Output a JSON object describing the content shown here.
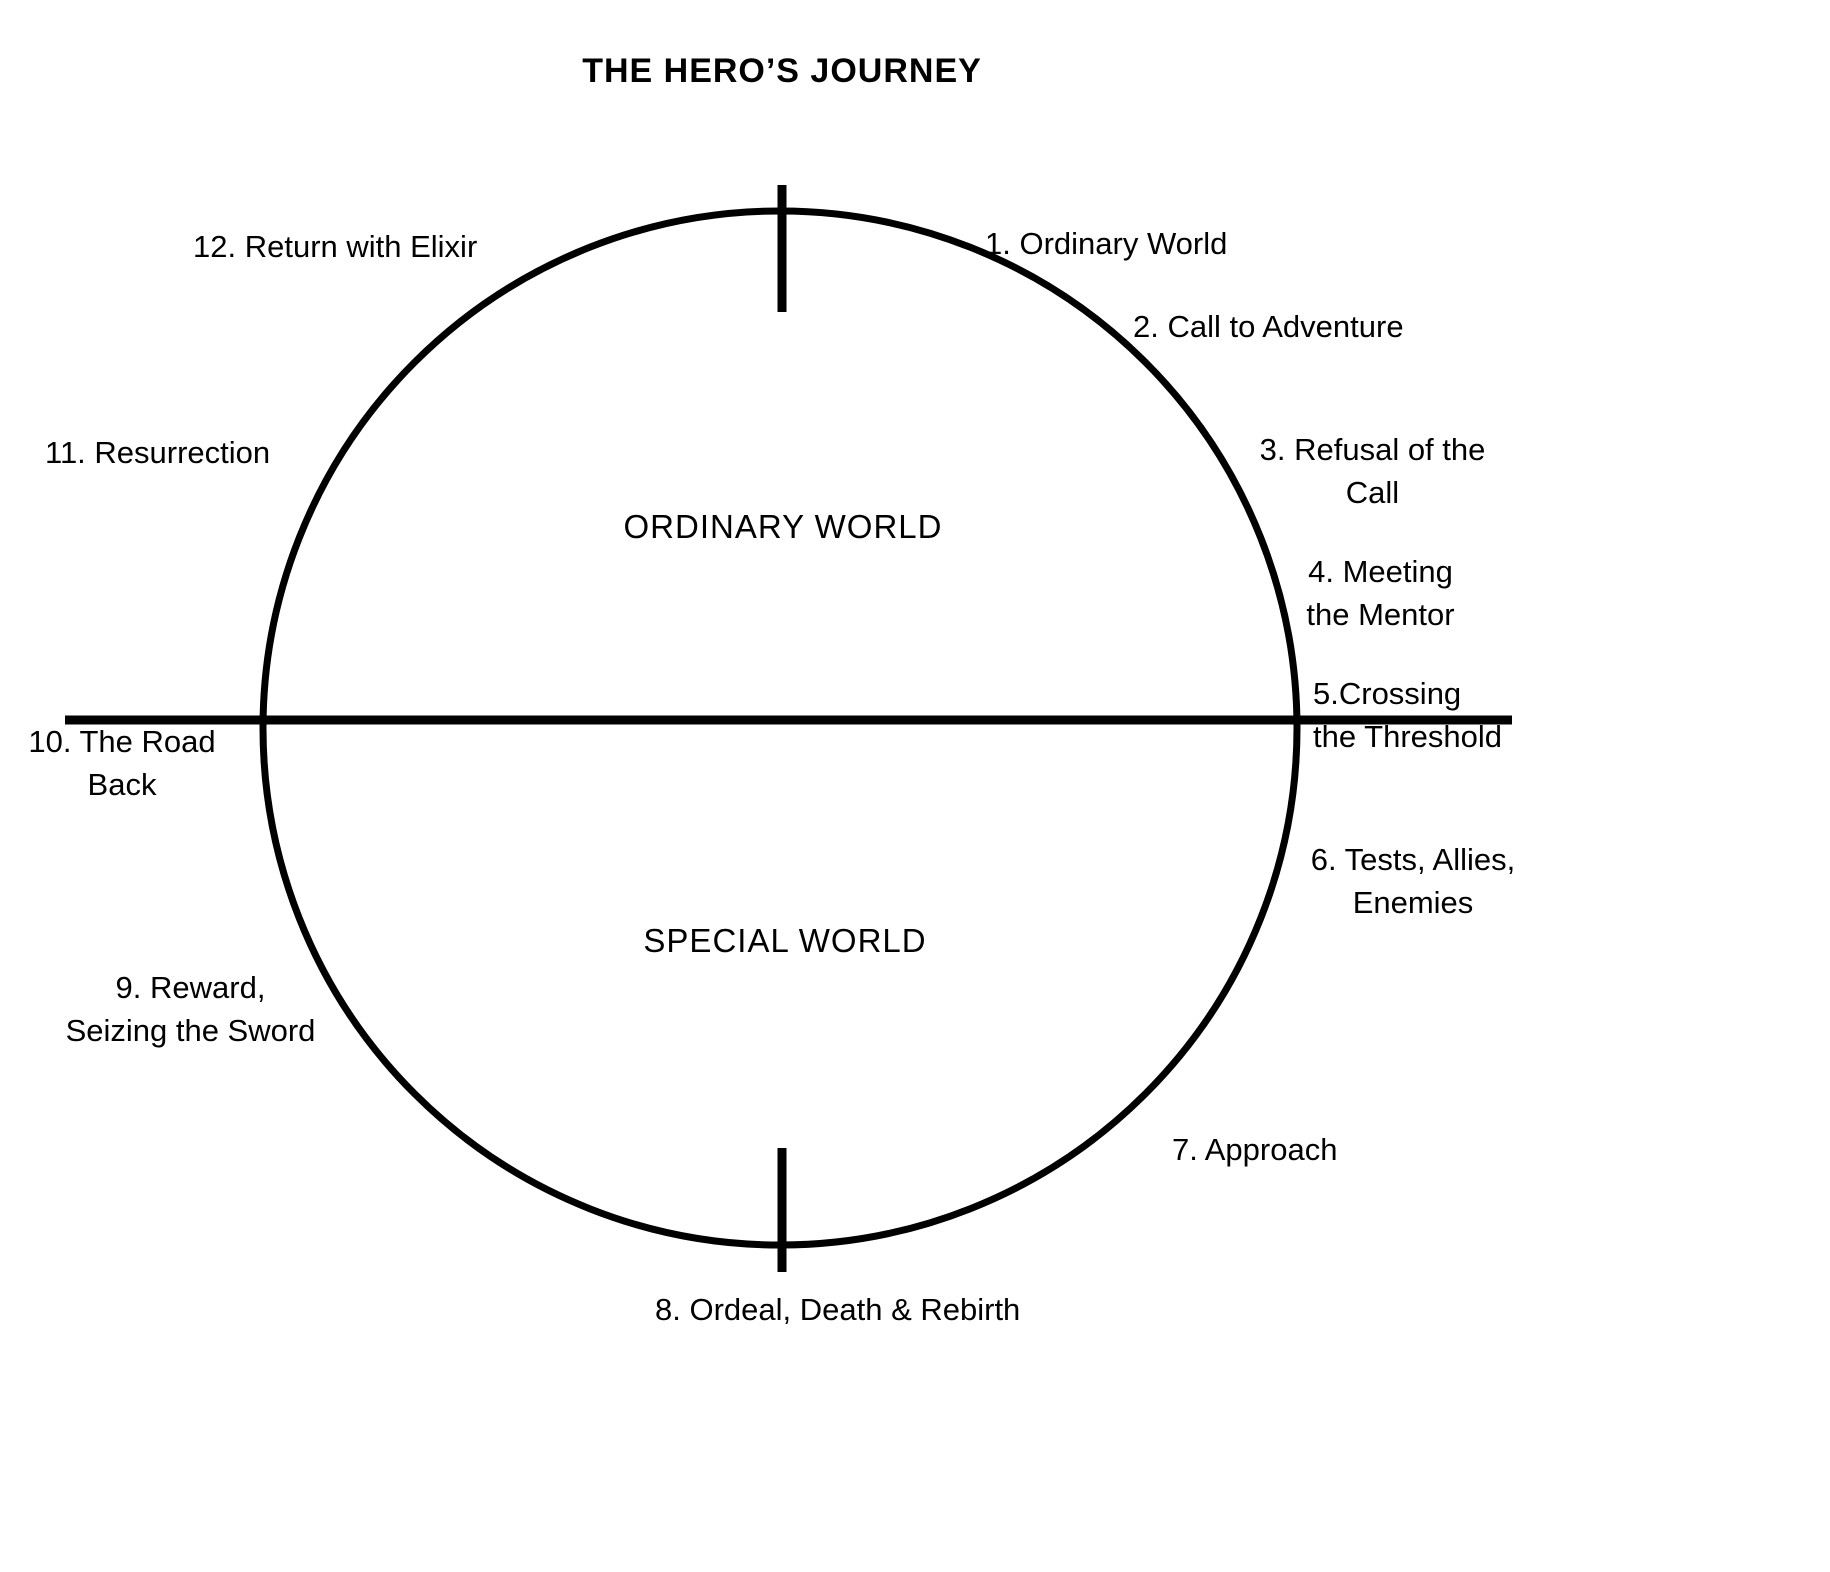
{
  "title": "THE HERO’S JOURNEY",
  "inner_labels": {
    "top_half": "ORDINARY WORLD",
    "bottom_half": "SPECIAL WORLD"
  },
  "stages": [
    {
      "num": 1,
      "label": "1.  Ordinary World"
    },
    {
      "num": 2,
      "label": "2. Call to Adventure"
    },
    {
      "num": 3,
      "label": "3. Refusal of the\nCall"
    },
    {
      "num": 4,
      "label": "4. Meeting\nthe Mentor"
    },
    {
      "num": 5,
      "label": "5.Crossing\nthe Threshold"
    },
    {
      "num": 6,
      "label": "6. Tests, Allies,\nEnemies"
    },
    {
      "num": 7,
      "label": "7. Approach"
    },
    {
      "num": 8,
      "label": "8. Ordeal, Death & Rebirth"
    },
    {
      "num": 9,
      "label": "9. Reward,\nSeizing the Sword"
    },
    {
      "num": 10,
      "label": "10. The Road\nBack"
    },
    {
      "num": 11,
      "label": "11. Resurrection"
    },
    {
      "num": 12,
      "label": "12. Return with Elixir"
    }
  ],
  "shape_colors": {
    "stroke": "#000000",
    "background": "#ffffff"
  }
}
